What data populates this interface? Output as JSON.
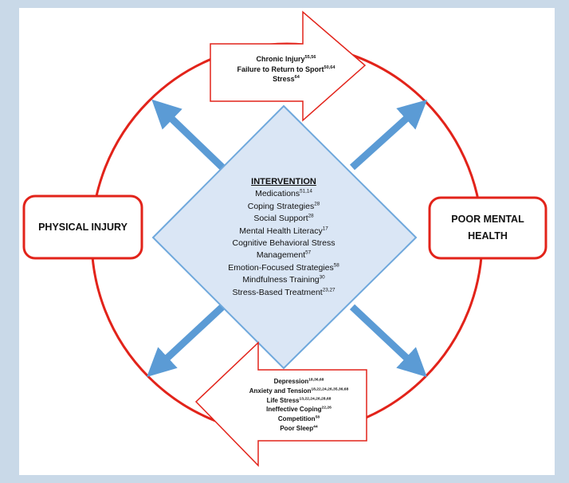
{
  "left_box": {
    "label": "PHYSICAL INJURY"
  },
  "right_box": {
    "line1": "POOR MENTAL",
    "line2": "HEALTH"
  },
  "top_arrow": {
    "items": [
      {
        "text": "Chronic Injury",
        "refs": "55,56"
      },
      {
        "text": "Failure to Return to Sport",
        "refs": "50,64"
      },
      {
        "text": "Stress",
        "refs": "64"
      }
    ]
  },
  "bottom_arrow": {
    "items": [
      {
        "text": "Depression",
        "refs": "18,36,68"
      },
      {
        "text": "Anxiety and Tension",
        "refs": "18,22,24,26,35,36,68"
      },
      {
        "text": "Life Stress",
        "refs": "13,22,24,26,28,68"
      },
      {
        "text": "Ineffective Coping",
        "refs": "22,26"
      },
      {
        "text": "Competition",
        "refs": "58"
      },
      {
        "text": "Poor Sleep",
        "refs": "44"
      }
    ]
  },
  "intervention": {
    "title": "INTERVENTION",
    "items": [
      {
        "text": "Medications",
        "refs": "51,14"
      },
      {
        "text": "Coping Strategies",
        "refs": "28"
      },
      {
        "text": "Social Support",
        "refs": "28"
      },
      {
        "text": "Mental Health Literacy",
        "refs": "17"
      },
      {
        "text": "Cognitive Behavioral Stress",
        "refs": ""
      },
      {
        "text": "Management",
        "refs": "57"
      },
      {
        "text": "Emotion-Focused Strategies",
        "refs": "58"
      },
      {
        "text": "Mindfulness Training",
        "refs": "30"
      },
      {
        "text": "Stress-Based Treatment",
        "refs": "23,27"
      }
    ]
  },
  "colors": {
    "red": "#e2231a",
    "blue": "#5b9bd5",
    "blue_dark": "#2e75b6",
    "diamond_fill": "#dae6f5",
    "diamond_stroke": "#6fa8dc",
    "background": "#c9d9e8"
  }
}
